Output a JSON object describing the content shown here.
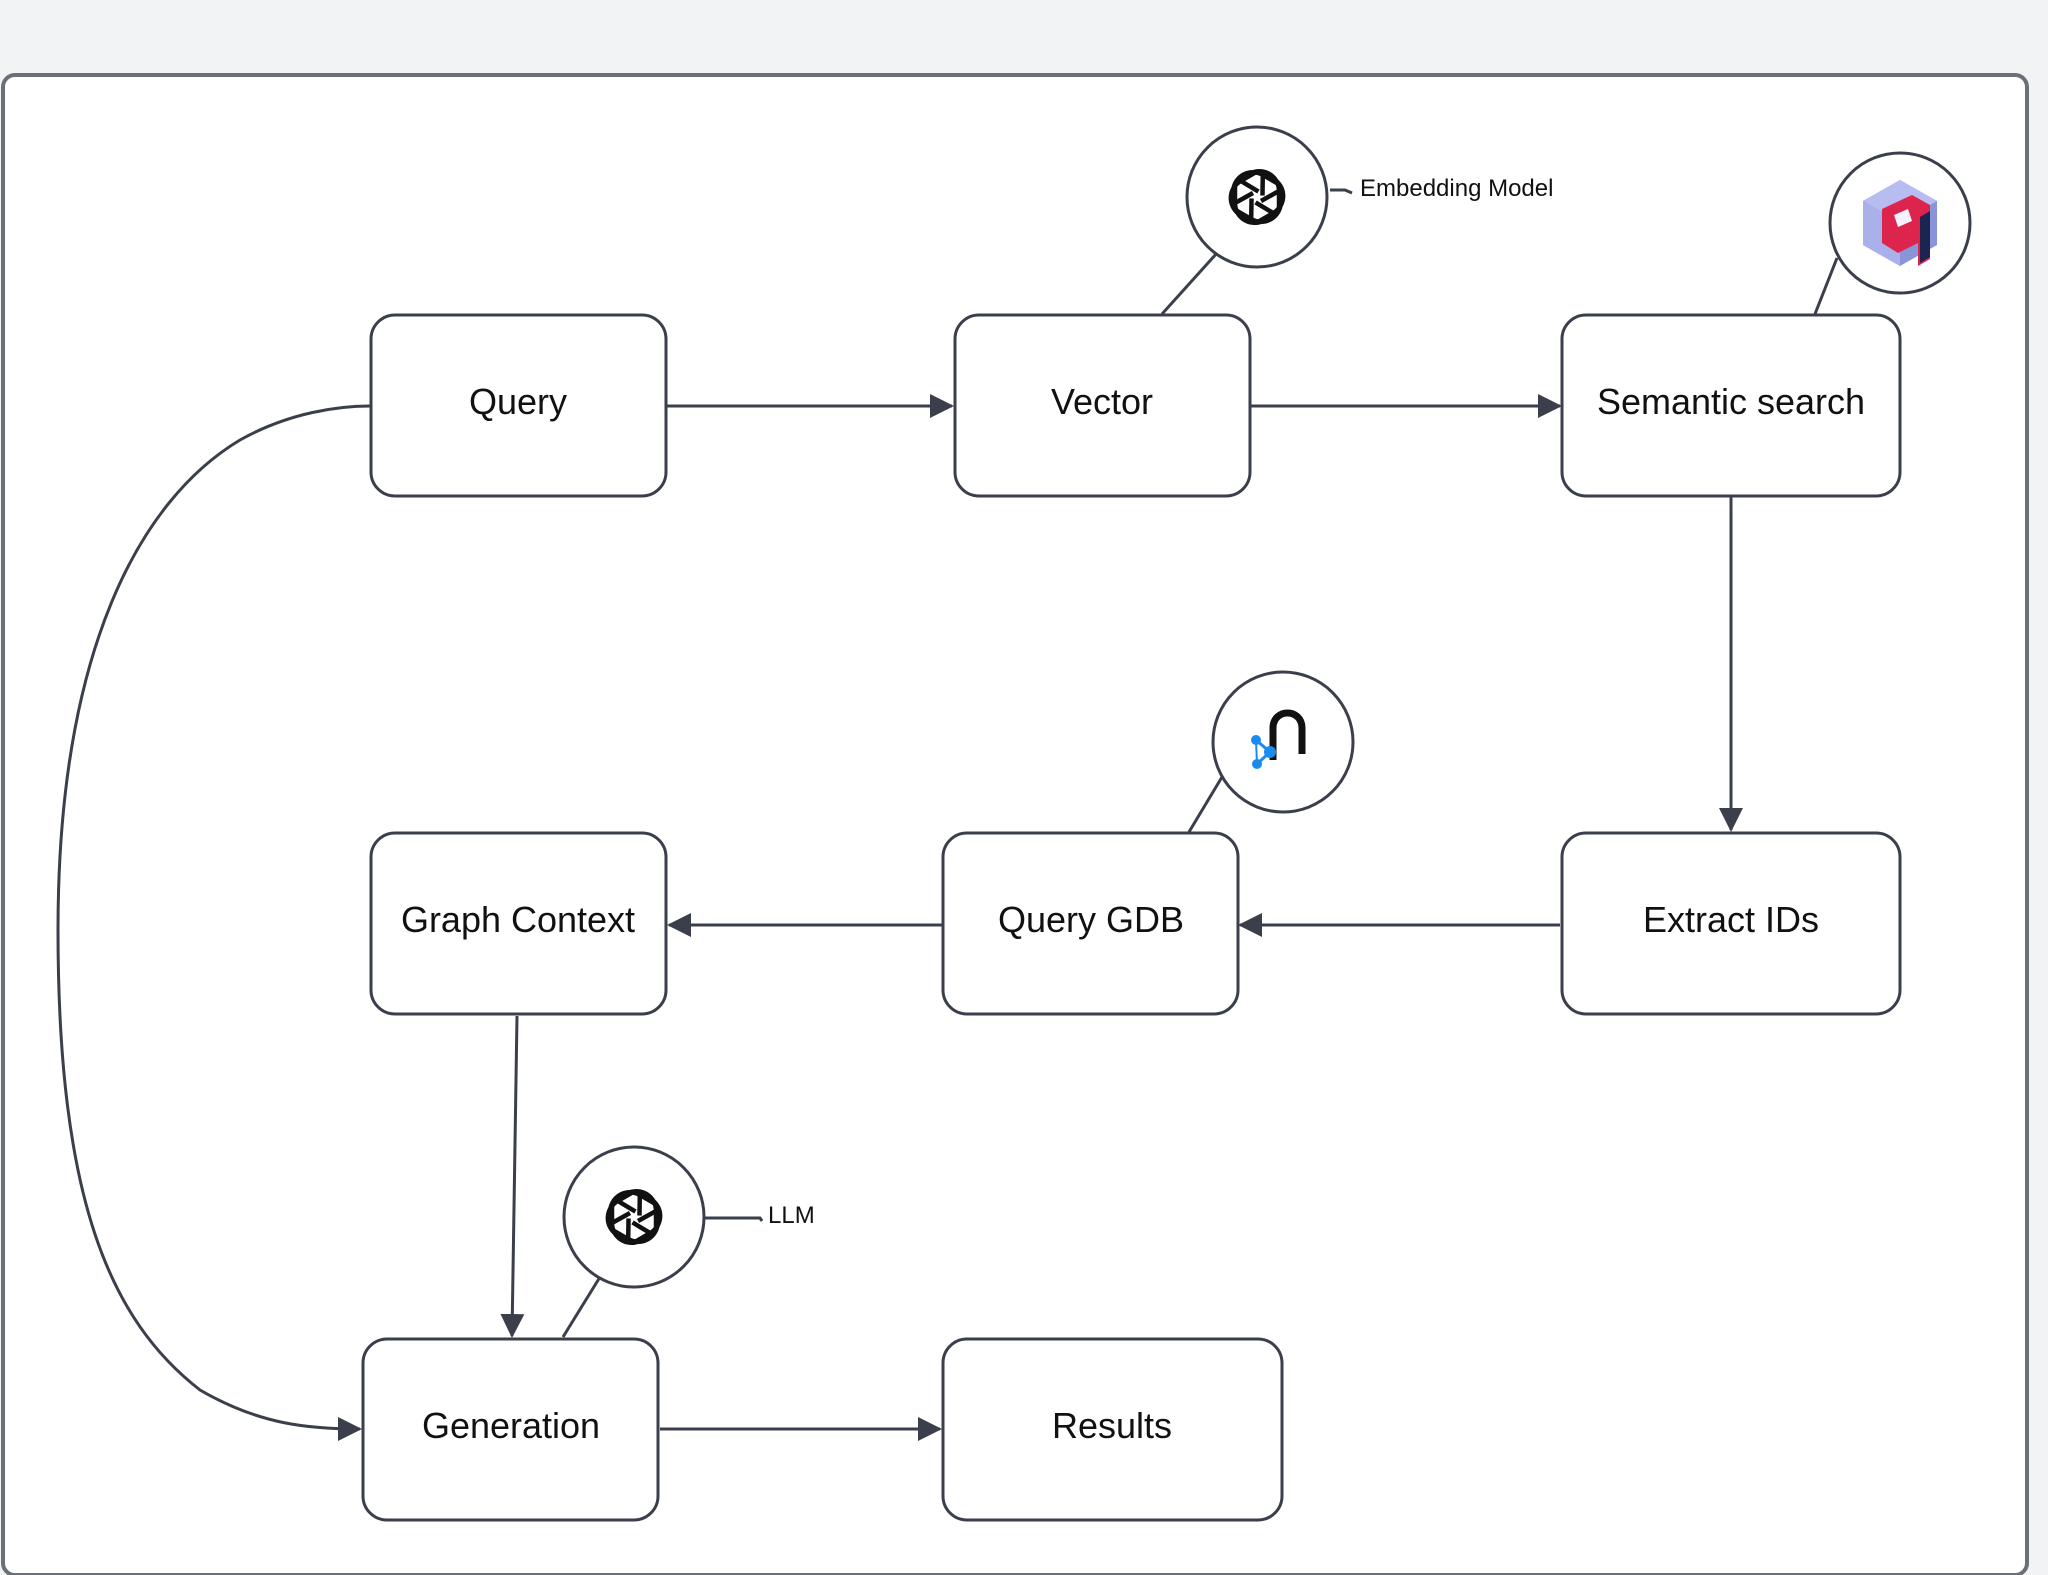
{
  "diagram": {
    "nodes": {
      "query": "Query",
      "vector": "Vector",
      "semantic_search": "Semantic search",
      "extract_ids": "Extract IDs",
      "query_gdb": "Query GDB",
      "graph_context": "Graph Context",
      "generation": "Generation",
      "results": "Results"
    },
    "annotations": {
      "embedding_model": "Embedding Model",
      "llm": "LLM"
    },
    "icons": {
      "embedding": "openai-icon",
      "qdrant": "qdrant-icon",
      "graph_db": "neo4j-icon",
      "llm": "openai-icon"
    },
    "colors": {
      "stroke": "#3a3f4b",
      "node_fill": "#ffffff",
      "frame": "#6b6f78",
      "background": "#f2f3f5",
      "qdrant_pink": "#dc244c",
      "qdrant_blue": "#8a94d8",
      "neo4j_blue": "#1a8cf0"
    }
  }
}
